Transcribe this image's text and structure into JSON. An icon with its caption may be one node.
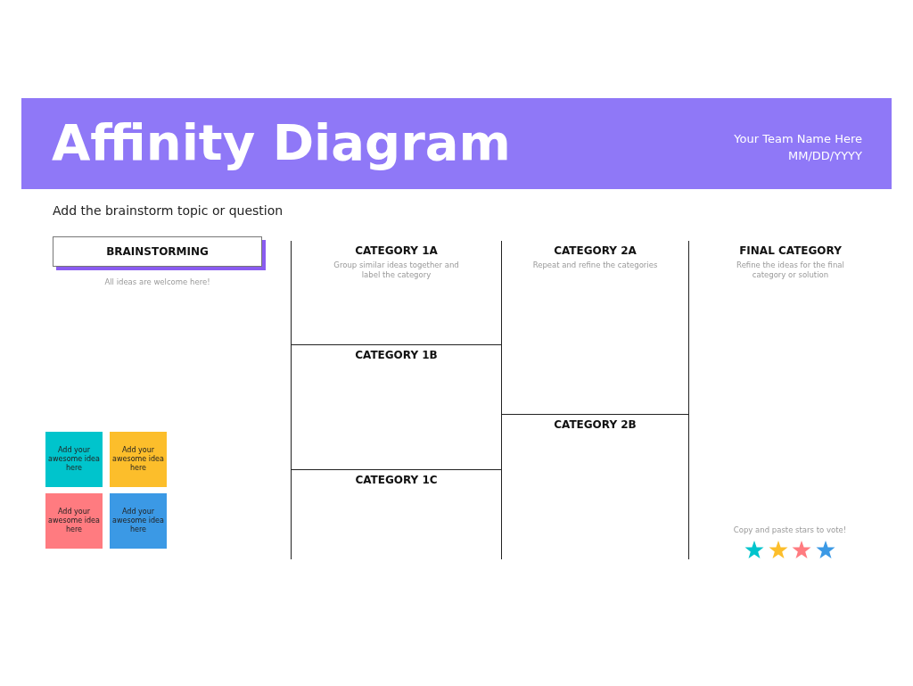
{
  "diagram": {
    "title": "Affinity Diagram",
    "nodes": [
      {
        "text": [
          "BRAINSTORMING"
        ],
        "beside": [
          "All ideas are welcome here!"
        ]
      },
      {
        "text": [
          "Add your awesome idea here"
        ]
      },
      {
        "text": [
          "Add your awesome idea here"
        ]
      },
      {
        "text": [
          "Add your awesome idea here"
        ]
      },
      {
        "text": [
          "Add your awesome idea here"
        ]
      },
      {
        "text": [
          "CATEGORY 1A",
          "Group similar ideas together and label the category"
        ]
      },
      {
        "text": [
          "CATEGORY 1B"
        ]
      },
      {
        "text": [
          "CATEGORY 1C"
        ]
      },
      {
        "text": [
          "CATEGORY 2A",
          "Repeat and refine the categories"
        ]
      },
      {
        "text": [
          "CATEGORY 2B"
        ]
      },
      {
        "text": [
          "FINAL CATEGORY",
          "Refine the ideas for the final category or solution"
        ]
      }
    ],
    "edges": [],
    "labels": [
      "Your Team Name Here",
      "MM/DD/YYYY",
      "Add the brainstorm topic or question",
      "Copy and paste stars to vote!"
    ]
  }
}
